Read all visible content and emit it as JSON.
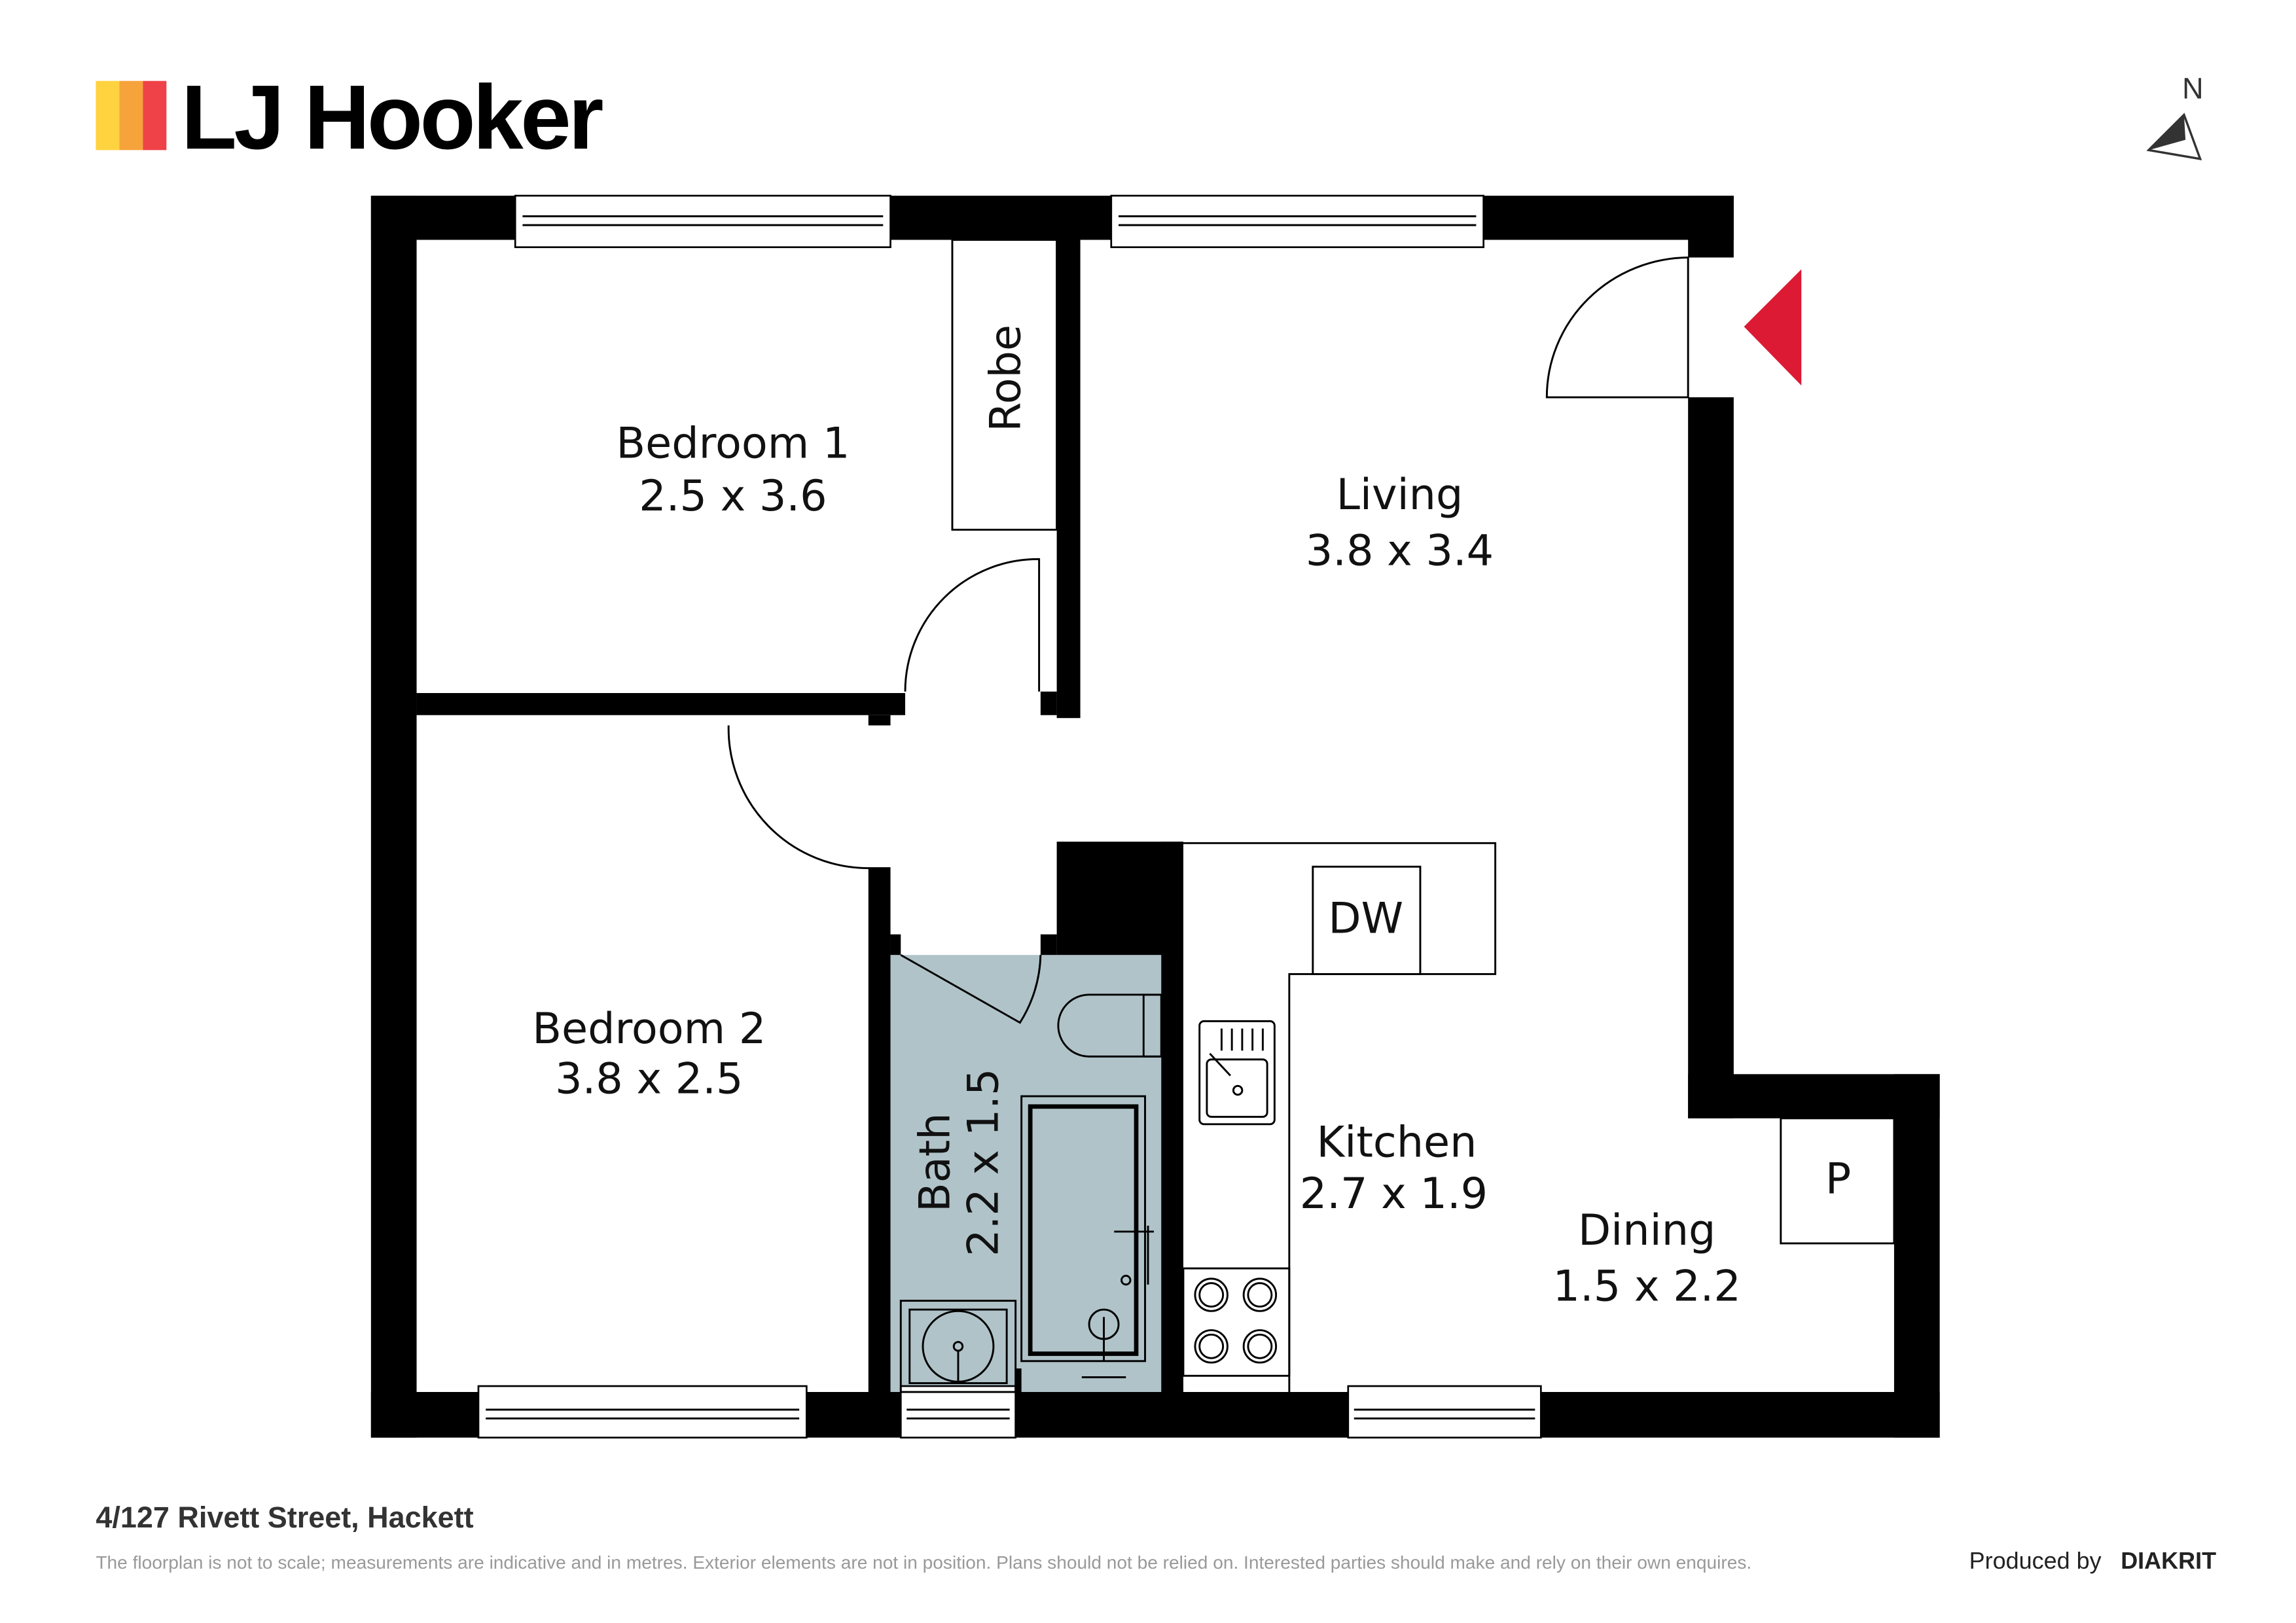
{
  "brand": {
    "name": "LJ Hooker",
    "colors": [
      "#FFD23F",
      "#F7A33C",
      "#EE4248"
    ]
  },
  "compass": {
    "label": "N"
  },
  "rooms": {
    "bedroom1": {
      "name": "Bedroom 1",
      "size": "2.5 x 3.6"
    },
    "bedroom2": {
      "name": "Bedroom 2",
      "size": "3.8 x 2.5"
    },
    "robe": {
      "name": "Robe"
    },
    "living": {
      "name": "Living",
      "size": "3.8 x 3.4"
    },
    "bath": {
      "name": "Bath",
      "size": "2.2 x 1.5"
    },
    "kitchen": {
      "name": "Kitchen",
      "size": "2.7 x 1.9"
    },
    "dining": {
      "name": "Dining",
      "size": "1.5 x 2.2"
    },
    "dw": {
      "name": "DW"
    },
    "pantry": {
      "name": "P"
    }
  },
  "colors": {
    "bath_fill": "#B0C3C9",
    "entry_marker": "#DC1A34"
  },
  "footer": {
    "address": "4/127 Rivett Street, Hackett",
    "disclaimer": "The floorplan is not to scale; measurements are indicative and in metres. Exterior elements are not in position. Plans should not be relied on. Interested parties should make and rely on their own enquires.",
    "produced_by": "Produced by",
    "producer": "DIAKRIT"
  }
}
